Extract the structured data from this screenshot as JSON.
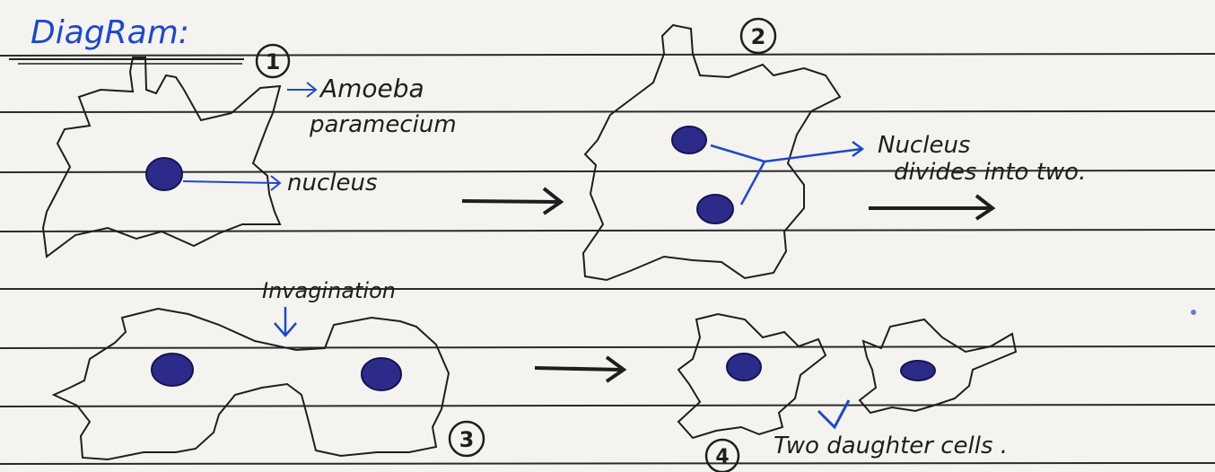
{
  "heading": "DiagRam:",
  "steps": [
    {
      "number": "1"
    },
    {
      "number": "2"
    },
    {
      "number": "3"
    },
    {
      "number": "4"
    }
  ],
  "labels": {
    "amoeba": "Amoeba",
    "paramecium": "paramecium",
    "nucleus": "nucleus",
    "nucleus_divides_1": "Nucleus",
    "nucleus_divides_2": "divides into two.",
    "invagination": "Invagination",
    "daughter_cells": "Two daughter cells ."
  },
  "colors": {
    "paper": "#f4f3ef",
    "rule_line": "#2a2a2a",
    "ink_black": "#1e1e1e",
    "ink_blue": "#1f48c9",
    "nucleus_fill": "#2c2b8a"
  }
}
